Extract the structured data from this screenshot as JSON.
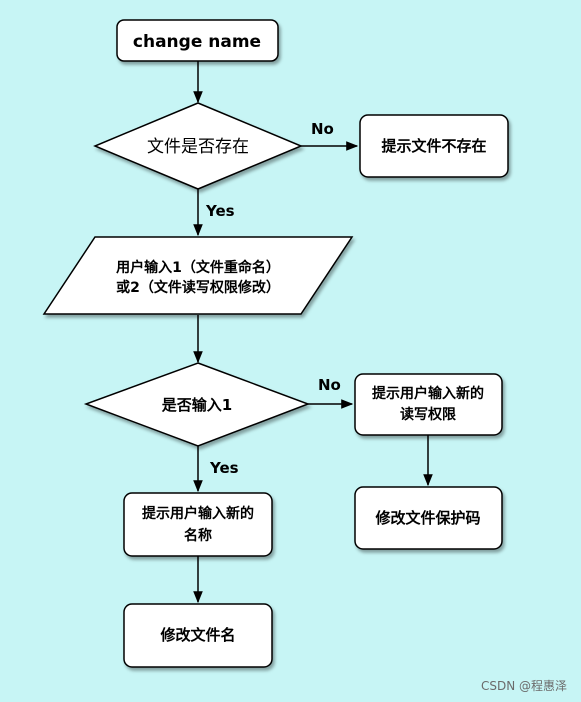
{
  "nodes": {
    "start": "change name",
    "file_exists": "文件是否存在",
    "not_exist_msg": "提示文件不存在",
    "user_input_line1": "用户输入1（文件重命名）",
    "user_input_line2": "或2（文件读写权限修改）",
    "is_input_1": "是否输入1",
    "prompt_permission_line1": "提示用户输入新的",
    "prompt_permission_line2": "读写权限",
    "modify_protection": "修改文件保护码",
    "prompt_name_line1": "提示用户输入新的",
    "prompt_name_line2": "名称",
    "modify_name": "修改文件名"
  },
  "edges": {
    "exists_no": "No",
    "exists_yes": "Yes",
    "input1_no": "No",
    "input1_yes": "Yes"
  },
  "watermark": "CSDN @程惠泽",
  "colors": {
    "background": "#c7f5f5",
    "node_fill": "#ffffff",
    "stroke": "#000000"
  }
}
